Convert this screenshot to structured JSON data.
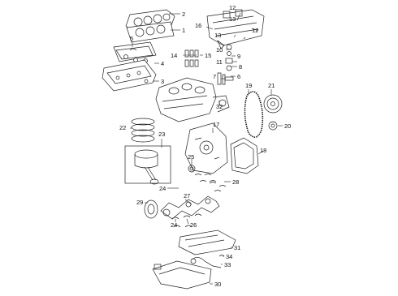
{
  "diagram": {
    "callouts": {
      "c1": "1",
      "c2": "2",
      "c3": "3",
      "c4": "4",
      "c5": "5",
      "c6": "6",
      "c7": "7",
      "c8": "8",
      "c9": "9",
      "c10": "10",
      "c11": "11",
      "c12a": "12",
      "c12b": "12",
      "c13a": "13",
      "c13b": "13",
      "c14": "14",
      "c15": "15",
      "c16": "16",
      "c17": "17",
      "c18": "18",
      "c19": "19",
      "c20": "20",
      "c21": "21",
      "c22": "22",
      "c23": "23",
      "c24a": "24",
      "c24b": "24",
      "c25": "25",
      "c26": "26",
      "c27": "27",
      "c28": "28",
      "c29": "29",
      "c30": "30",
      "c31": "31",
      "c32": "32",
      "c33": "33",
      "c34": "34"
    }
  }
}
